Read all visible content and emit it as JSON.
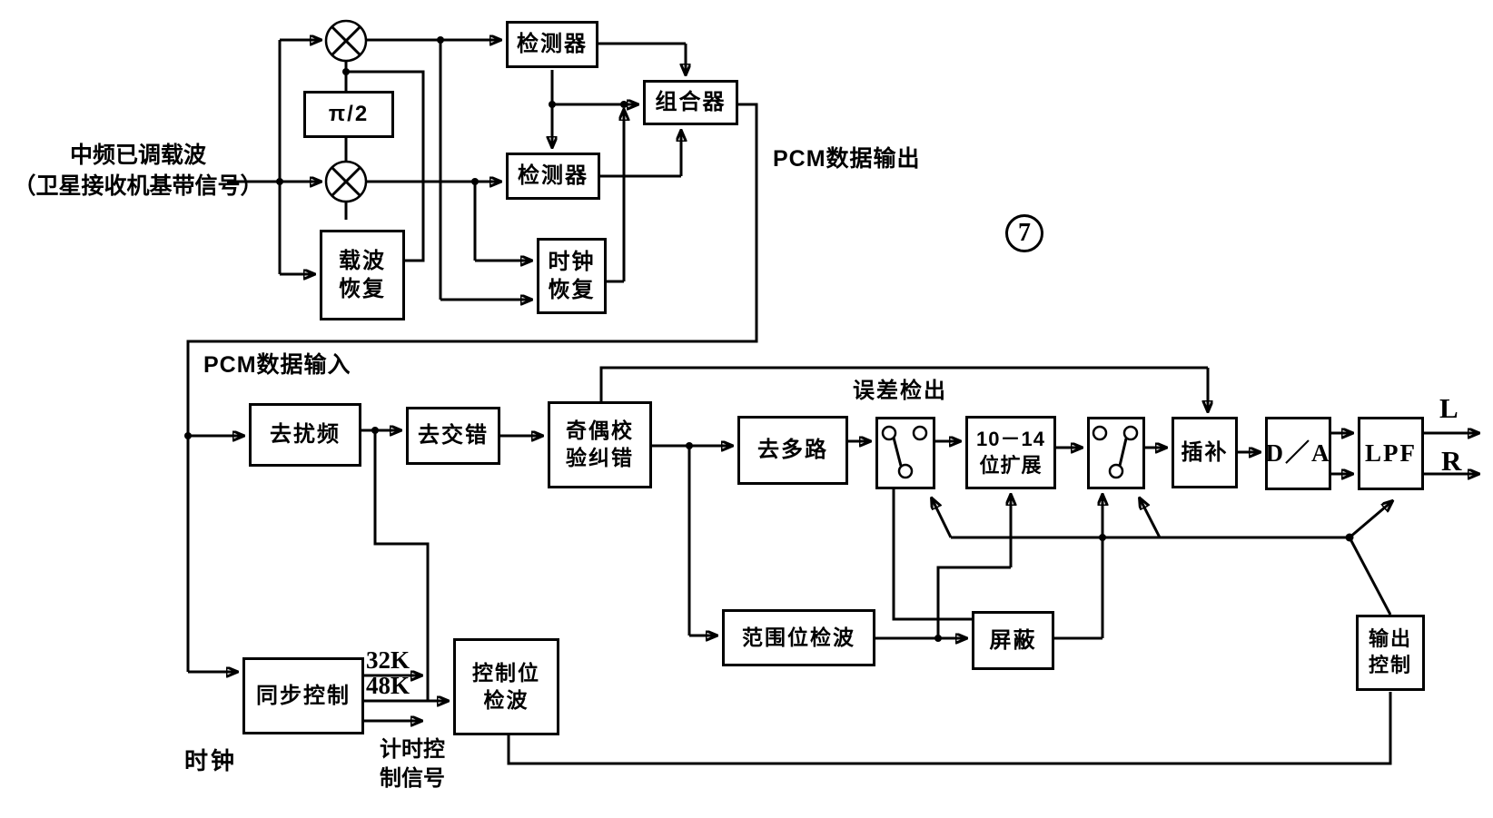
{
  "diagram": {
    "title_note": "PCM satellite receiver decoder block diagram",
    "figure_number": "7",
    "colors": {
      "line": "#000000",
      "background": "#ffffff"
    },
    "labels": {
      "if_input_line1": "中频已调载波",
      "if_input_line2": "（卫星接收机基带信号）",
      "pcm_data_output": "PCM数据输出",
      "pcm_data_input": "PCM数据输入",
      "error_detection": "误差检出",
      "rate_32k": "32K",
      "rate_48k": "48K",
      "clock": "时钟",
      "timing_control_line1": "计时控",
      "timing_control_line2": "制信号",
      "output_left": "L",
      "output_right": "R"
    },
    "blocks": {
      "phase_shifter": {
        "label": "π/2"
      },
      "detector_i": {
        "label": "检测器"
      },
      "detector_q": {
        "label": "检测器"
      },
      "combiner": {
        "label": "组合器"
      },
      "carrier_recovery": {
        "lines": [
          "载波",
          "恢复"
        ]
      },
      "clock_recovery": {
        "lines": [
          "时钟",
          "恢复"
        ]
      },
      "descrambler": {
        "label": "去扰频"
      },
      "deinterleaver": {
        "label": "去交错"
      },
      "parity_check_corrector": {
        "lines": [
          "奇偶校",
          "验纠错"
        ]
      },
      "demultiplexer": {
        "label": "去多路"
      },
      "error_switch_1": {
        "icon": "switch"
      },
      "bit_expander": {
        "lines": [
          "10－14",
          "位扩展"
        ]
      },
      "error_switch_2": {
        "icon": "switch"
      },
      "interpolator": {
        "label": "插补"
      },
      "dac": {
        "label": "D／A"
      },
      "lpf": {
        "label": "LPF"
      },
      "range_bit_detector": {
        "label": "范围位检波"
      },
      "mask": {
        "label": "屏蔽"
      },
      "output_control": {
        "lines": [
          "输出",
          "控制"
        ]
      },
      "sync_control": {
        "label": "同步控制"
      },
      "control_bit_detector": {
        "lines": [
          "控制位",
          "检波"
        ]
      }
    }
  }
}
